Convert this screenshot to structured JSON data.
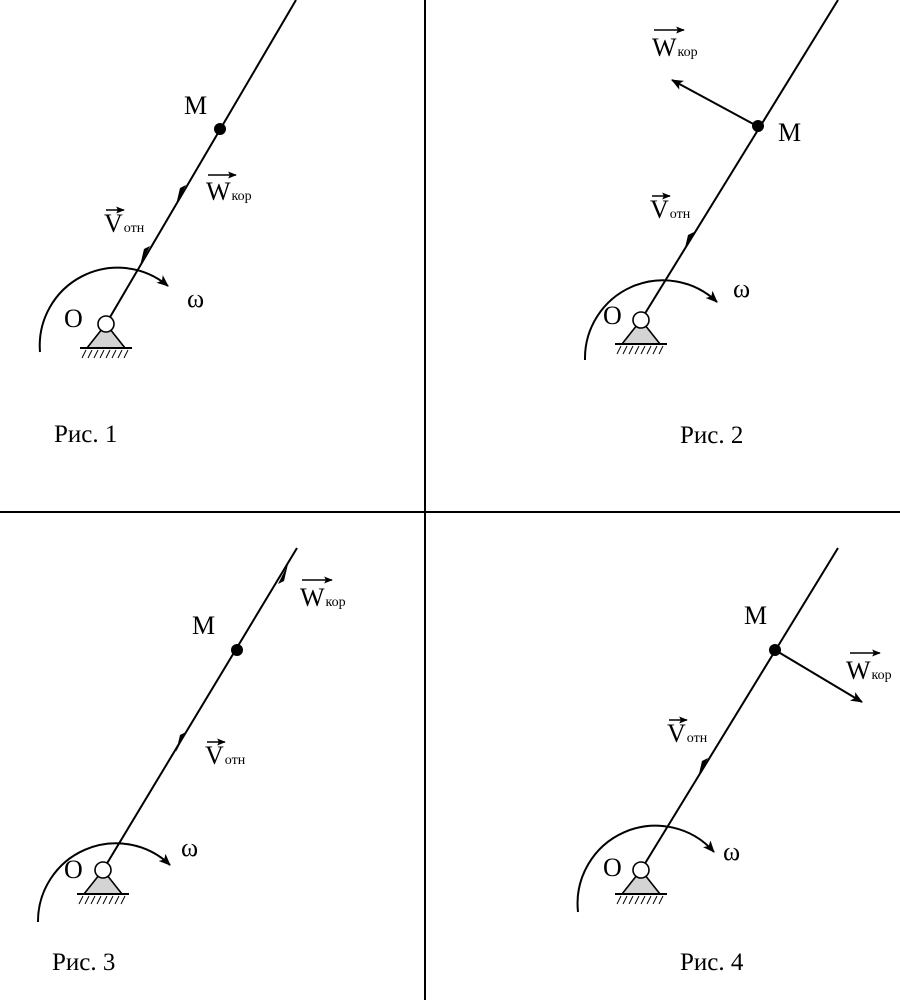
{
  "labels": {
    "point": "M",
    "pivot": "O",
    "omega": "ω",
    "w_main": "W",
    "w_sub": "кор",
    "v_main": "V",
    "v_sub": "отн"
  },
  "captions": [
    "Рис. 1",
    "Рис. 2",
    "Рис. 3",
    "Рис. 4"
  ]
}
